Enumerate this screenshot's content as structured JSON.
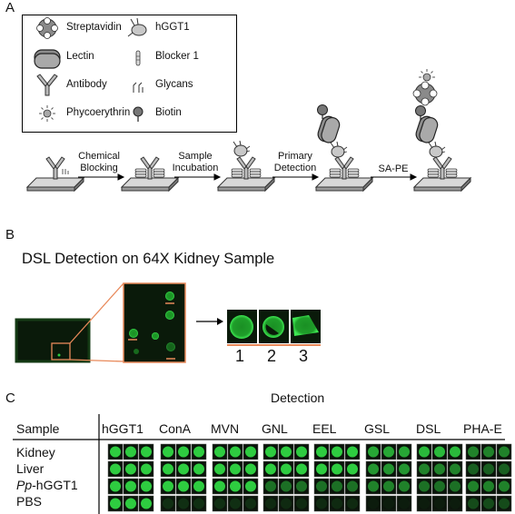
{
  "panel_a": {
    "letter": "A",
    "legend": [
      {
        "label": "Streptavidin",
        "icon": "streptavidin-icon"
      },
      {
        "label": "hGGT1",
        "icon": "hggt1-icon"
      },
      {
        "label": "Lectin",
        "icon": "lectin-icon"
      },
      {
        "label": "Blocker 1",
        "icon": "blocker-icon"
      },
      {
        "label": "Antibody",
        "icon": "antibody-icon"
      },
      {
        "label": "Glycans",
        "icon": "glycans-icon"
      },
      {
        "label": "Phycoerythrin",
        "icon": "phycoerythrin-icon"
      },
      {
        "label": "Biotin",
        "icon": "biotin-icon"
      }
    ],
    "steps": [
      {
        "line1": "Chemical",
        "line2": "Blocking"
      },
      {
        "line1": "Sample",
        "line2": "Incubation"
      },
      {
        "line1": "Primary",
        "line2": "Detection"
      },
      {
        "line1": "SA-PE",
        "line2": ""
      }
    ]
  },
  "panel_b": {
    "letter": "B",
    "title": "DSL Detection on 64X Kidney Sample",
    "spot_labels": [
      "1",
      "2",
      "3"
    ],
    "accent_color": "#e8895a",
    "spot_color": "#2ecc40"
  },
  "panel_c": {
    "letter": "C",
    "detection_label": "Detection",
    "sample_label": "Sample",
    "columns": [
      "hGGT1",
      "ConA",
      "MVN",
      "GNL",
      "EEL",
      "GSL",
      "DSL",
      "PHA-E"
    ],
    "rows": [
      {
        "pre": "",
        "em": "",
        "post": "Kidney"
      },
      {
        "pre": "",
        "em": "",
        "post": "Liver"
      },
      {
        "pre": "",
        "em": "Pp",
        "post": "-hGGT1"
      },
      {
        "pre": "",
        "em": "",
        "post": "PBS"
      }
    ]
  }
}
